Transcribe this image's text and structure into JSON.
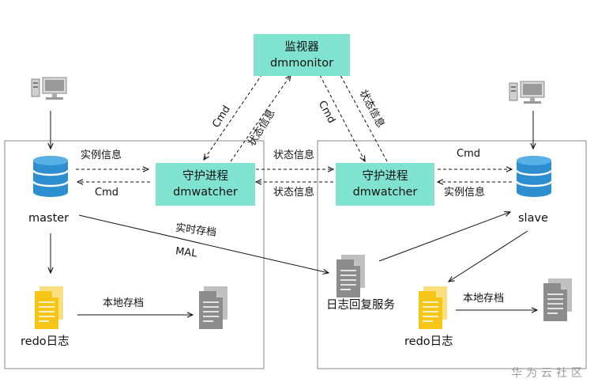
{
  "monitor": {
    "line1": "监视器",
    "line2": "dmmonitor"
  },
  "watcher_left": {
    "line1": "守护进程",
    "line2": "dmwatcher"
  },
  "watcher_right": {
    "line1": "守护进程",
    "line2": "dmwatcher"
  },
  "master": {
    "label": "master"
  },
  "slave": {
    "label": "slave"
  },
  "redo_left": {
    "label": "redo日志"
  },
  "redo_right": {
    "label": "redo日志"
  },
  "log_service": {
    "label": "日志回复服务"
  },
  "edges": {
    "master_to_watcher": "实例信息",
    "watcher_to_master": "Cmd",
    "watchers_top": "状态信息",
    "watchers_bottom": "状态信息",
    "watcher_to_slave": "Cmd",
    "slave_to_watcher": "实例信息",
    "monitor_to_left_cmd": "Cmd",
    "left_to_monitor_status": "状态信息",
    "monitor_to_right_cmd": "Cmd",
    "right_to_monitor_status": "状态信息",
    "realtime_archive": "实时存档",
    "mal": "MAL",
    "local_archive_left": "本地存档",
    "local_archive_right": "本地存档"
  },
  "watermark": "华为云社区",
  "colors": {
    "node_fill": "#7fe3cf",
    "db_blue": "#2e8fd0",
    "doc_yellow": "#f5c518",
    "doc_gray": "#8c8c8c"
  }
}
